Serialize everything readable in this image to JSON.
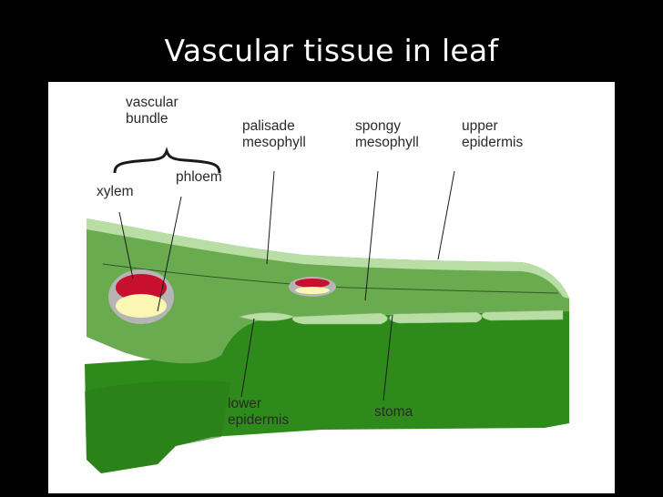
{
  "title": "Vascular tissue in leaf",
  "labels": {
    "vascular_bundle_line1": "vascular",
    "vascular_bundle_line2": "bundle",
    "xylem": "xylem",
    "phloem": "phloem",
    "palisade_line1": "palisade",
    "palisade_line2": "mesophyll",
    "spongy_line1": "spongy",
    "spongy_line2": "mesophyll",
    "upper_line1": "upper",
    "upper_line2": "epidermis",
    "lower_line1": "lower",
    "lower_line2": "epidermis",
    "stoma": "stoma"
  },
  "colors": {
    "background": "#000000",
    "panel": "#ffffff",
    "top_surface": "#6aab4f",
    "epidermis": "#b8dea6",
    "front_face": "#2e8a1a",
    "xylem": "#c8102e",
    "phloem": "#fbf6b4",
    "bundle_sheath": "#b5b5b5"
  }
}
